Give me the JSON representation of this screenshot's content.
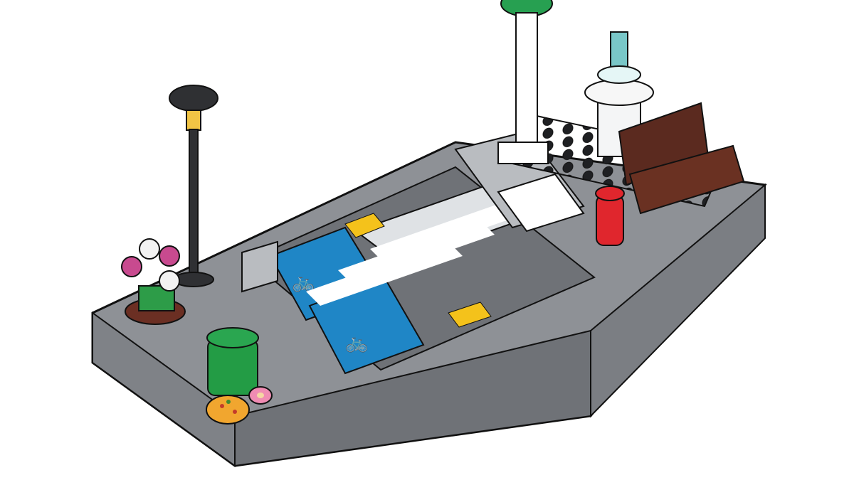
{
  "scene": {
    "elements": [
      "street-lamp",
      "street-lamp-with-green-shade",
      "flower-planter",
      "green-trash-bin",
      "pizza",
      "donut",
      "red-fire-hydrant",
      "newspaper-box",
      "water-fountain",
      "bike-lane-marking",
      "crosswalk-stripes",
      "yellow-lane-markers",
      "curb-ramps"
    ]
  },
  "colors": {
    "base_gray": "#8e9196",
    "street_dark": "#6f7277",
    "curb_light": "#b9bcc0",
    "bike_lane_blue": "#1f86c6",
    "stripe_white": "#ffffff",
    "yellow_marker": "#f4c21b",
    "hydrant_red": "#e0262d",
    "trash_green": "#239c45",
    "box_brown": "#5b2a1f",
    "lamp_black": "#2f3033",
    "fountain_teal": "#79c7c8"
  }
}
